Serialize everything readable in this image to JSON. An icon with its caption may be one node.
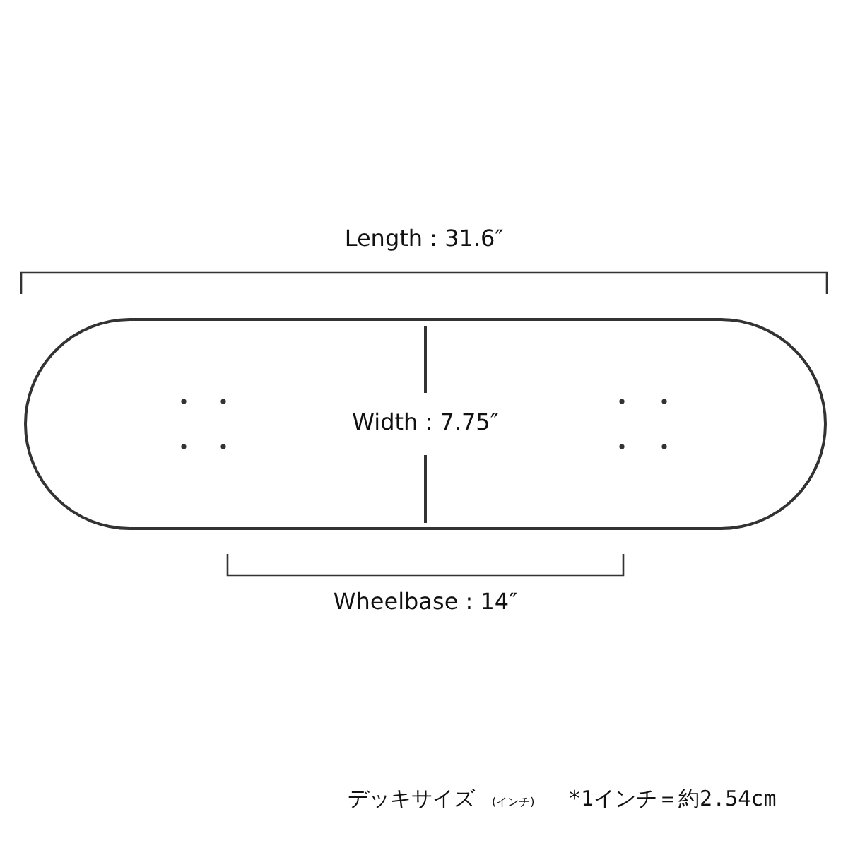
{
  "diagram": {
    "nodes": [
      {
        "text": [
          "Width : 7.75″"
        ]
      }
    ],
    "labels": [
      "Length : 31.6″",
      "Wheelbase : 14″",
      "デッキサイズ",
      "(インチ)",
      "*1インチ＝約2.54cm"
    ]
  }
}
